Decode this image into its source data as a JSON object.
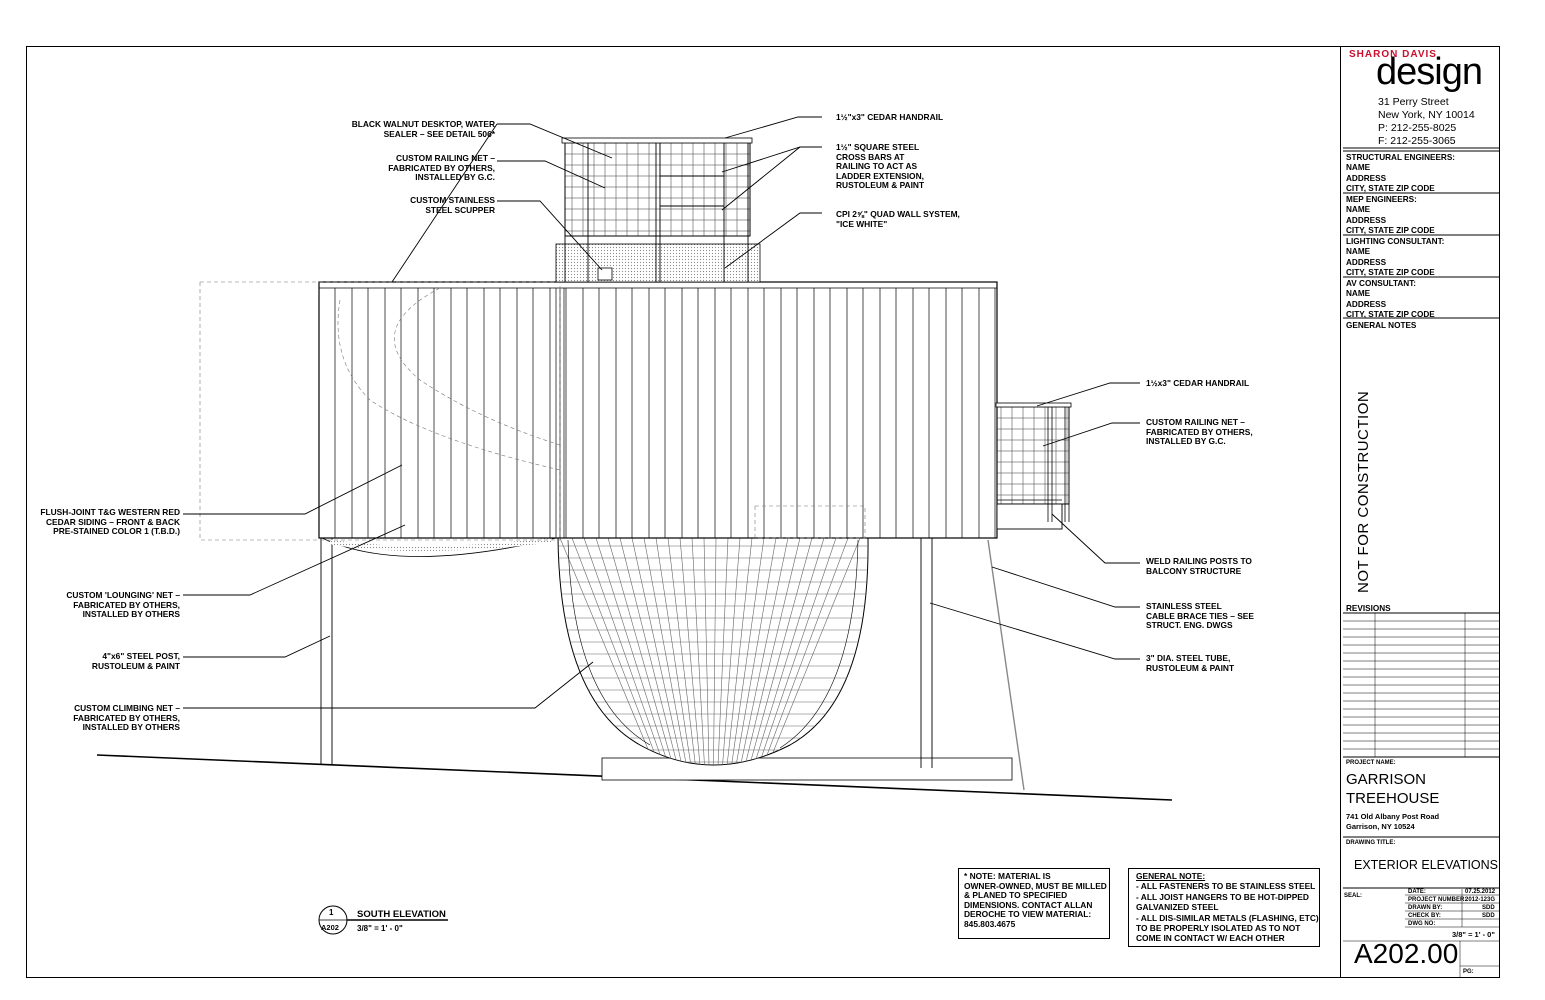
{
  "callouts": {
    "desktop": "BLACK WALNUT DESKTOP, WATER\nSEALER – SEE DETAIL 506*",
    "railing_net_top": "CUSTOM RAILING NET –\nFABRICATED BY OTHERS,\nINSTALLED BY G.C.",
    "scupper": "CUSTOM STAINLESS\nSTEEL SCUPPER",
    "handrail_top": "1½\"x3\" CEDAR HANDRAIL",
    "cross_bars": "1½\" SQUARE STEEL\nCROSS BARS AT\nRAILING TO ACT AS\nLADDER EXTENSION,\nRUSTOLEUM & PAINT",
    "quad_wall": "CPI 2⅝\" QUAD WALL SYSTEM,\n\"ICE WHITE\"",
    "handrail_side": "1½x3\" CEDAR HANDRAIL",
    "railing_net_side": "CUSTOM RAILING NET –\nFABRICATED BY OTHERS,\nINSTALLED BY G.C.",
    "siding": "FLUSH-JOINT T&G WESTERN RED\nCEDAR SIDING – FRONT & BACK\nPRE-STAINED COLOR 1 (T.B.D.)",
    "lounging_net": "CUSTOM 'LOUNGING' NET –\nFABRICATED BY OTHERS,\nINSTALLED BY OTHERS",
    "steel_post": "4\"x6\" STEEL POST,\nRUSTOLEUM & PAINT",
    "climbing_net": "CUSTOM CLIMBING NET –\nFABRICATED BY OTHERS,\nINSTALLED BY OTHERS",
    "weld_posts": "WELD RAILING POSTS TO\nBALCONY STRUCTURE",
    "cable_ties": "STAINLESS STEEL\nCABLE BRACE TIES – SEE\nSTRUCT. ENG. DWGS",
    "steel_tube": "3\" DIA. STEEL TUBE,\nRUSTOLEUM & PAINT"
  },
  "view": {
    "number": "1",
    "sheet_ref": "A202",
    "title": "SOUTH ELEVATION",
    "scale": "3/8\" = 1' - 0\""
  },
  "material_note": "* NOTE: MATERIAL IS\nOWNER-OWNED, MUST BE MILLED\n& PLANED TO SPECIFIED\nDIMENSIONS. CONTACT ALLAN\nDEROCHE TO VIEW MATERIAL:\n845.803.4675",
  "general_note": {
    "heading": "GENERAL NOTE:",
    "items": [
      "- ALL FASTENERS TO BE STAINLESS STEEL",
      "- ALL JOIST HANGERS TO BE HOT-DIPPED",
      "  GALVANIZED STEEL",
      "- ALL DIS-SIMILAR METALS (FLASHING, ETC)",
      "  TO BE PROPERLY ISOLATED AS TO NOT",
      "  COME IN CONTACT W/ EACH OTHER"
    ]
  },
  "title_block": {
    "brand_top": "SHARON DAVIS",
    "brand_main": "design",
    "address": "31 Perry Street\nNew York, NY 10014\nP: 212-255-8025\nF: 212-255-3065",
    "consultants": [
      "STRUCTURAL ENGINEERS:\nNAME\nADDRESS\nCITY, STATE ZIP CODE",
      "MEP ENGINEERS:\nNAME\nADDRESS\nCITY, STATE ZIP CODE",
      "LIGHTING CONSULTANT:\nNAME\nADDRESS\nCITY, STATE ZIP CODE",
      "AV CONSULTANT:\nNAME\nADDRESS\nCITY, STATE ZIP CODE"
    ],
    "general_notes_heading": "GENERAL NOTES",
    "stamp": "NOT FOR CONSTRUCTION",
    "revisions_heading": "REVISIONS",
    "project_name_label": "PROJECT NAME:",
    "project_name": "GARRISON\nTREEHOUSE",
    "project_address": "741 Old Albany Post Road\nGarrison, NY 10524",
    "drawing_title_label": "DRAWING TITLE:",
    "drawing_title": "EXTERIOR ELEVATIONS",
    "seal_label": "SEAL:",
    "meta": [
      {
        "label": "DATE:",
        "value": "07.25.2012"
      },
      {
        "label": "PROJECT NUMBER:",
        "value": "2012-123G"
      },
      {
        "label": "DRAWN BY:",
        "value": "SDD"
      },
      {
        "label": "CHECK BY:",
        "value": "SDD"
      },
      {
        "label": "DWG NO:",
        "value": ""
      }
    ],
    "scale": "3/8\" = 1' - 0\"",
    "sheet_number": "A202.00",
    "page_label": "PG:"
  }
}
